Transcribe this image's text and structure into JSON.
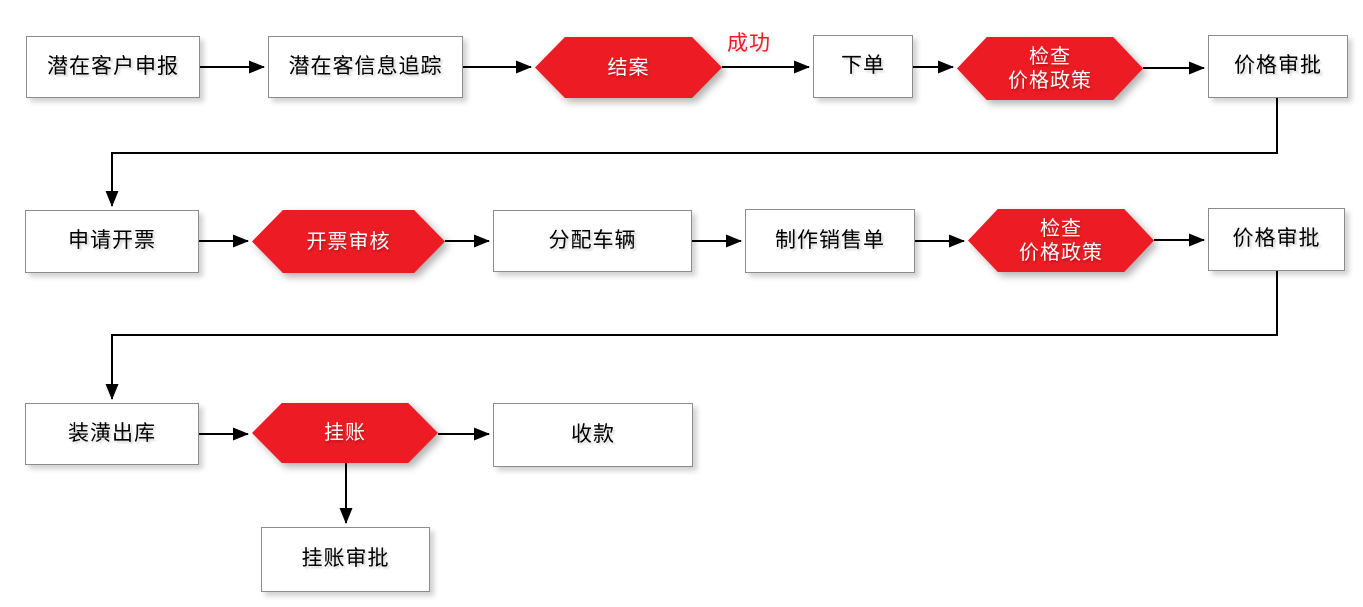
{
  "colors": {
    "node_fill": "#ffffff",
    "node_border": "#8c8c8c",
    "decision_fill": "#ed1c24",
    "decision_text": "#ffffff",
    "process_text": "#000000",
    "arrow": "#000000",
    "edge_label_color": "#ed1c24"
  },
  "nodes": {
    "potential_customer_declare": {
      "label": "潜在客户申报",
      "type": "process"
    },
    "potential_customer_tracking": {
      "label": "潜在客信息追踪",
      "type": "process"
    },
    "close_case": {
      "label": "结案",
      "type": "decision"
    },
    "place_order": {
      "label": "下单",
      "type": "process"
    },
    "check_price_policy_1": {
      "label": "检查\n价格政策",
      "type": "decision"
    },
    "price_approval_1": {
      "label": "价格审批",
      "type": "process"
    },
    "apply_invoice": {
      "label": "申请开票",
      "type": "process"
    },
    "invoice_review": {
      "label": "开票审核",
      "type": "decision"
    },
    "assign_vehicle": {
      "label": "分配车辆",
      "type": "process"
    },
    "make_sales_order": {
      "label": "制作销售单",
      "type": "process"
    },
    "check_price_policy_2": {
      "label": "检查\n价格政策",
      "type": "decision"
    },
    "price_approval_2": {
      "label": "价格审批",
      "type": "process"
    },
    "decoration_outbound": {
      "label": "装潢出库",
      "type": "process"
    },
    "on_account": {
      "label": "挂账",
      "type": "decision"
    },
    "collect_payment": {
      "label": "收款",
      "type": "process"
    },
    "on_account_approval": {
      "label": "挂账审批",
      "type": "process"
    }
  },
  "edge_labels": {
    "success": "成功"
  }
}
